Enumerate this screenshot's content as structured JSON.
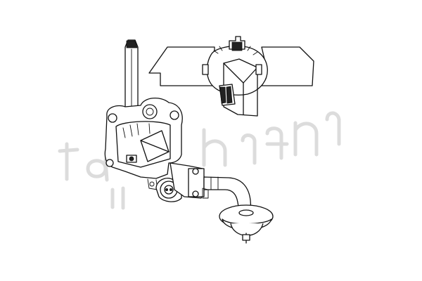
{
  "diagram": {
    "subject": "oil-pump-assembly",
    "colors": {
      "line": "#111111",
      "background": "#ffffff",
      "watermark": "#dcdcdc"
    },
    "parts": [
      {
        "name": "pump-drive-shaft"
      },
      {
        "name": "pump-housing"
      },
      {
        "name": "pressure-relief-valve"
      },
      {
        "name": "pickup-tube"
      },
      {
        "name": "strainer-bowl"
      },
      {
        "name": "detail-inset-gear-section"
      }
    ]
  }
}
